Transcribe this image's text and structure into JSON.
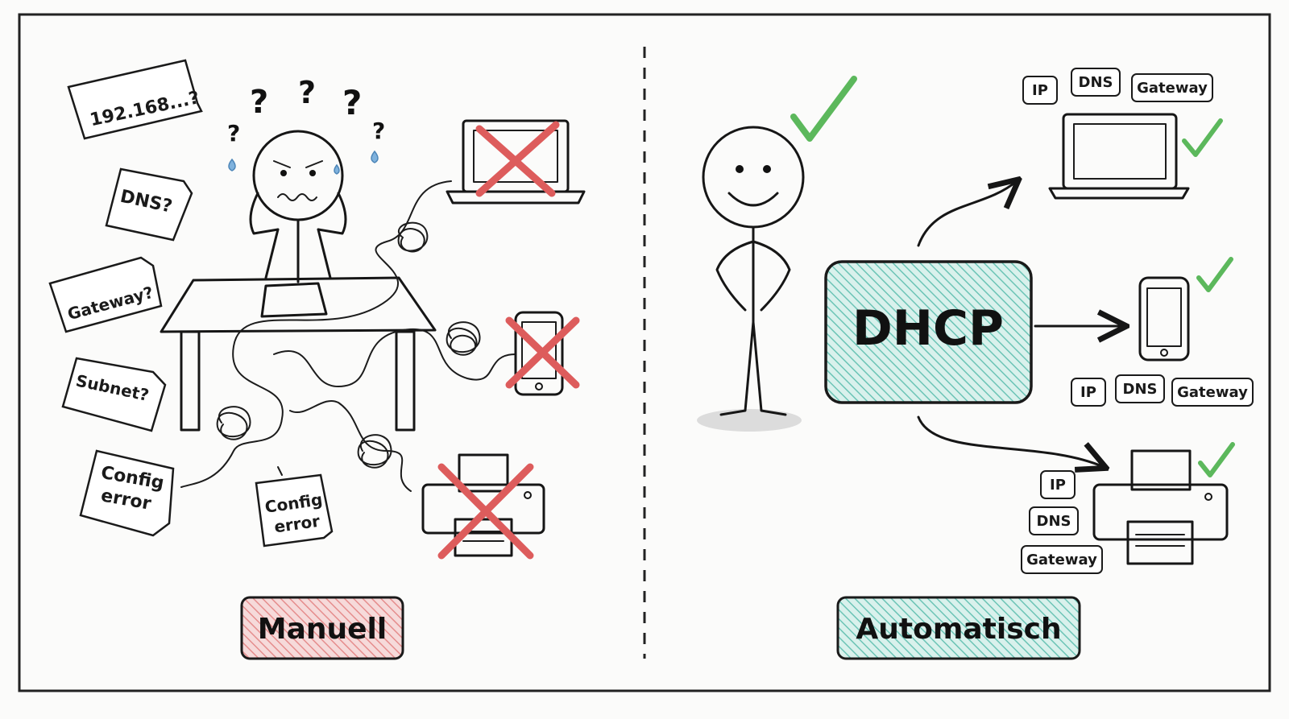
{
  "left_panel": {
    "notes": [
      "192.168...?",
      "DNS?",
      "Gateway?",
      "Subnet?",
      "Config",
      "error",
      "Config",
      "error"
    ],
    "question_marks": [
      "?",
      "?",
      "?",
      "?",
      "?"
    ],
    "label": "Manuell",
    "label_color": "#e99a9a"
  },
  "right_panel": {
    "server_label": "DHCP",
    "server_color": "#8fd3c9",
    "laptop_tags": [
      "IP",
      "DNS",
      "Gateway"
    ],
    "phone_tags": [
      "IP",
      "DNS",
      "Gateway"
    ],
    "printer_tags": [
      "IP",
      "DNS",
      "Gateway"
    ],
    "label": "Automatisch",
    "label_color": "#8fd3c9"
  },
  "colors": {
    "cross": "#dd5c5c",
    "check": "#5cb85c",
    "sweat": "#7fb2dd",
    "ink": "#161616"
  }
}
